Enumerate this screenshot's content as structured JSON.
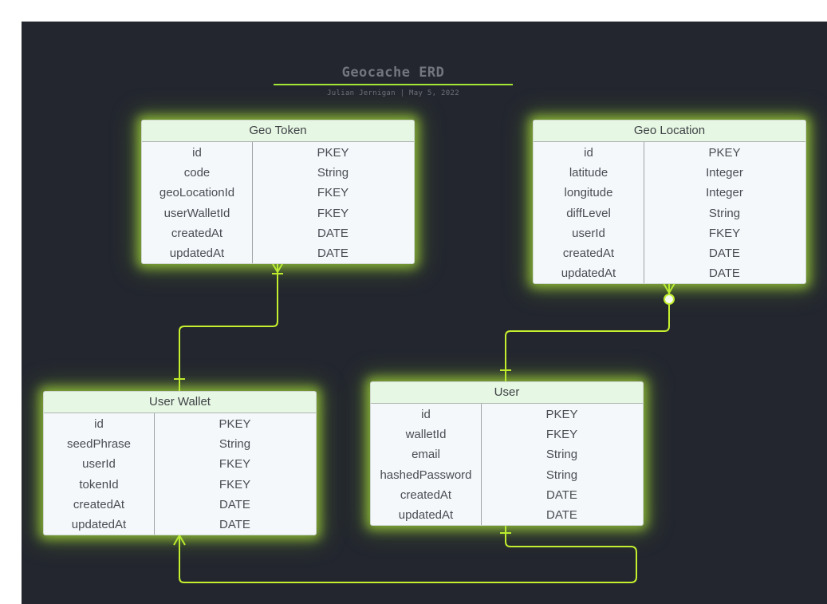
{
  "diagram": {
    "title": "Geocache ERD",
    "subtitle": "Julian Jernigan  |  May 5, 2022",
    "entities": [
      {
        "name": "Geo Token",
        "fields": [
          {
            "name": "id",
            "type": "PKEY"
          },
          {
            "name": "code",
            "type": "String"
          },
          {
            "name": "geoLocationId",
            "type": "FKEY"
          },
          {
            "name": "userWalletId",
            "type": "FKEY"
          },
          {
            "name": "createdAt",
            "type": "DATE"
          },
          {
            "name": "updatedAt",
            "type": "DATE"
          }
        ]
      },
      {
        "name": "Geo Location",
        "fields": [
          {
            "name": "id",
            "type": "PKEY"
          },
          {
            "name": "latitude",
            "type": "Integer"
          },
          {
            "name": "longitude",
            "type": "Integer"
          },
          {
            "name": "diffLevel",
            "type": "String"
          },
          {
            "name": "userId",
            "type": "FKEY"
          },
          {
            "name": "createdAt",
            "type": "DATE"
          },
          {
            "name": "updatedAt",
            "type": "DATE"
          }
        ]
      },
      {
        "name": "User Wallet",
        "fields": [
          {
            "name": "id",
            "type": "PKEY"
          },
          {
            "name": "seedPhrase",
            "type": "String"
          },
          {
            "name": "userId",
            "type": "FKEY"
          },
          {
            "name": "tokenId",
            "type": "FKEY"
          },
          {
            "name": "createdAt",
            "type": "DATE"
          },
          {
            "name": "updatedAt",
            "type": "DATE"
          }
        ]
      },
      {
        "name": "User",
        "fields": [
          {
            "name": "id",
            "type": "PKEY"
          },
          {
            "name": "walletId",
            "type": "FKEY"
          },
          {
            "name": "email",
            "type": "String"
          },
          {
            "name": "hashedPassword",
            "type": "String"
          },
          {
            "name": "createdAt",
            "type": "DATE"
          },
          {
            "name": "updatedAt",
            "type": "DATE"
          }
        ]
      }
    ],
    "relationships": [
      {
        "from": "Geo Token",
        "from_end": "many",
        "to": "User Wallet",
        "to_end": "one"
      },
      {
        "from": "Geo Location",
        "from_end": "zero-or-many",
        "to": "User",
        "to_end": "one"
      },
      {
        "from": "User",
        "from_end": "one",
        "to": "User Wallet",
        "to_end": "many"
      }
    ],
    "colors": {
      "background": "#23262f",
      "connector": "#c5f02e",
      "glow": "#b6f03c",
      "header": "#e6f7e3",
      "body": "#f4f8fb"
    }
  }
}
